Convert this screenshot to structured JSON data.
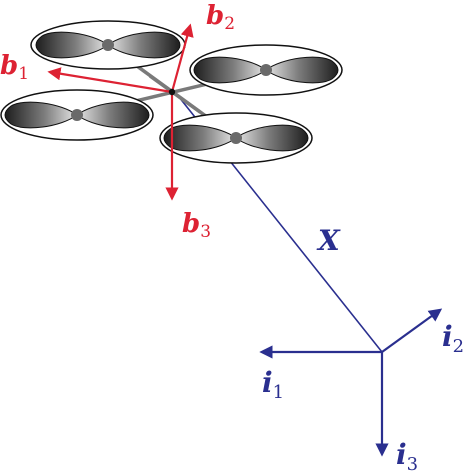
{
  "colors": {
    "body_frame": "#dd2233",
    "inertial_frame": "#2a2f8f",
    "position_vector": "#2a2f8f",
    "arm": "#7a7a7a",
    "rotor_outline": "#111111",
    "blade_dark": "#1e1e1e",
    "blade_light": "#e6e6e6",
    "hub": "#6a6a6a"
  },
  "body_axes": {
    "b1": {
      "letter": "b",
      "index": "1"
    },
    "b2": {
      "letter": "b",
      "index": "2"
    },
    "b3": {
      "letter": "b",
      "index": "3"
    }
  },
  "inertial_axes": {
    "i1": {
      "letter": "i",
      "index": "1"
    },
    "i2": {
      "letter": "i",
      "index": "2"
    },
    "i3": {
      "letter": "i",
      "index": "3"
    }
  },
  "position_vector": {
    "label": "X"
  },
  "rotors": [
    {
      "name": "rotor-top-left"
    },
    {
      "name": "rotor-right"
    },
    {
      "name": "rotor-left"
    },
    {
      "name": "rotor-bottom"
    }
  ]
}
